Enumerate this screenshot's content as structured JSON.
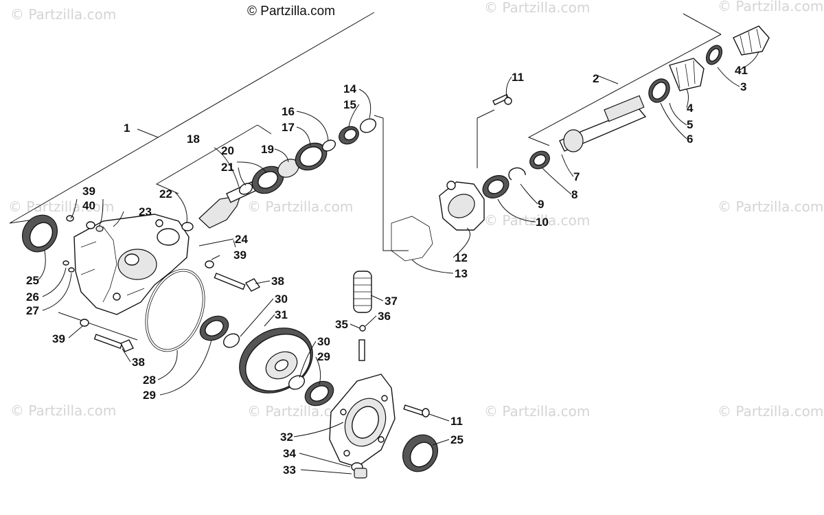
{
  "copyright": "© Partzilla.com",
  "watermark": "© Partzilla.com",
  "callouts": {
    "c1": "1",
    "c2": "2",
    "c3": "3",
    "c4": "4",
    "c5": "5",
    "c6": "6",
    "c7": "7",
    "c8": "8",
    "c9": "9",
    "c10": "10",
    "c11a": "11",
    "c11b": "11",
    "c12": "12",
    "c13": "13",
    "c14": "14",
    "c15": "15",
    "c16": "16",
    "c17": "17",
    "c18": "18",
    "c19": "19",
    "c20": "20",
    "c21": "21",
    "c22": "22",
    "c23": "23",
    "c24": "24",
    "c25a": "25",
    "c25b": "25",
    "c26": "26",
    "c27": "27",
    "c28": "28",
    "c29a": "29",
    "c29b": "29",
    "c30a": "30",
    "c30b": "30",
    "c31": "31",
    "c32": "32",
    "c33": "33",
    "c34": "34",
    "c35": "35",
    "c36": "36",
    "c37": "37",
    "c38a": "38",
    "c38b": "38",
    "c39a": "39",
    "c39b": "39",
    "c39c": "39",
    "c40": "40",
    "c41": "41"
  }
}
